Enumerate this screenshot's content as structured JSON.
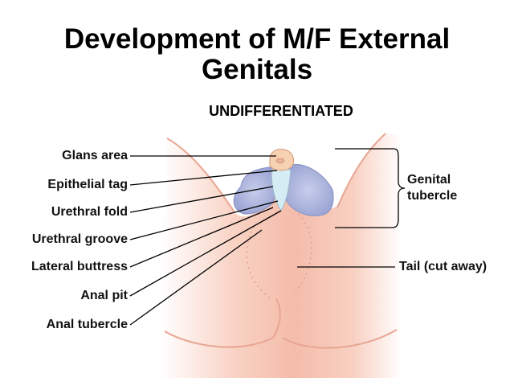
{
  "title": "Development of M/F External Genitals",
  "subtitle": "UNDIFFERENTIATED",
  "left_labels": [
    {
      "id": "glans-area",
      "text": "Glans area"
    },
    {
      "id": "epithelial-tag",
      "text": "Epithelial tag"
    },
    {
      "id": "urethral-fold",
      "text": "Urethral fold"
    },
    {
      "id": "urethral-groove",
      "text": "Urethral groove"
    },
    {
      "id": "lateral-buttress",
      "text": "Lateral buttress"
    },
    {
      "id": "anal-pit",
      "text": "Anal pit"
    },
    {
      "id": "anal-tubercle",
      "text": "Anal tubercle"
    }
  ],
  "right_labels": [
    {
      "id": "genital-tubercle",
      "text": "Genital\ntubercle"
    },
    {
      "id": "tail-cut-away",
      "text": "Tail (cut away)"
    }
  ],
  "colors": {
    "skin_edge": "#e8a592",
    "skin_fill": "#f7c8b8",
    "skin_light": "#fbe3d9",
    "fold_fill": "#aab3dc",
    "groove_fill": "#d6ecf4",
    "glans_fill": "#f6d2b2",
    "leader_line": "#000000"
  }
}
